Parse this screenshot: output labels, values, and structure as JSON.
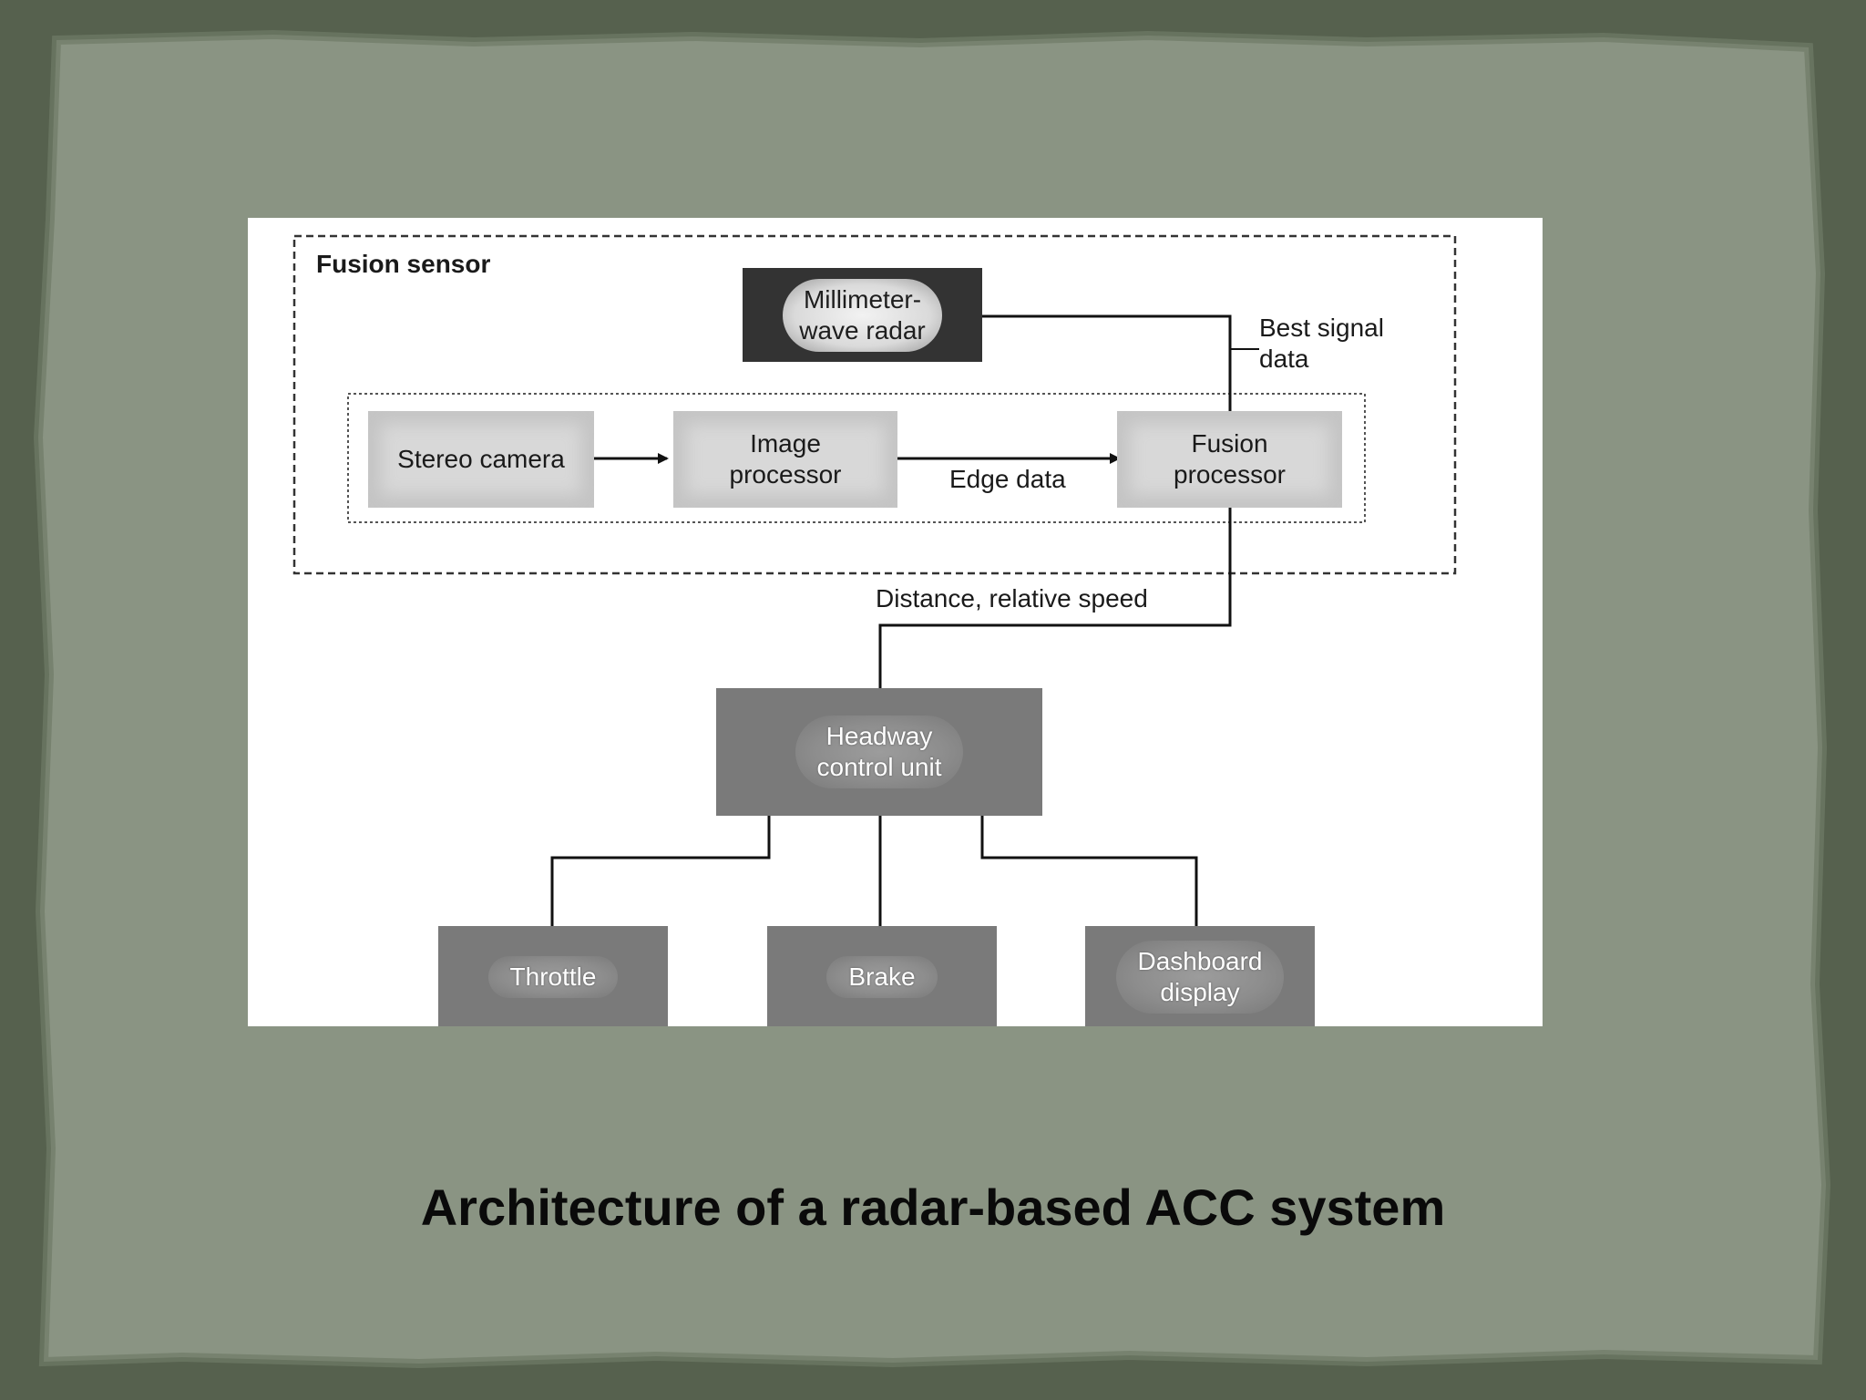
{
  "colors": {
    "outer_background": "#5f6b57",
    "paper": "#8a9483",
    "diagram_background": "#ffffff",
    "dark_box": "#333333",
    "grey_box": "#7a7a7a",
    "light_box": "#d8d8d8",
    "line": "#111111"
  },
  "diagram": {
    "fusion_sensor_label": "Fusion sensor",
    "nodes": {
      "radar": "Millimeter-\nwave radar",
      "stereo_camera": "Stereo camera",
      "image_processor": "Image\nprocessor",
      "fusion_processor": "Fusion\nprocessor",
      "headway_control_unit": "Headway\ncontrol unit",
      "throttle": "Throttle",
      "brake": "Brake",
      "dashboard_display": "Dashboard\ndisplay"
    },
    "edge_labels": {
      "best_signal_data": "Best signal\ndata",
      "edge_data": "Edge data",
      "distance_relative_speed": "Distance, relative speed"
    },
    "edges": [
      {
        "from": "radar",
        "to": "fusion_processor",
        "label": "best_signal_data"
      },
      {
        "from": "stereo_camera",
        "to": "image_processor"
      },
      {
        "from": "image_processor",
        "to": "fusion_processor",
        "label": "edge_data"
      },
      {
        "from": "fusion_processor",
        "to": "headway_control_unit",
        "label": "distance_relative_speed"
      },
      {
        "from": "headway_control_unit",
        "to": "throttle"
      },
      {
        "from": "headway_control_unit",
        "to": "brake"
      },
      {
        "from": "headway_control_unit",
        "to": "dashboard_display"
      }
    ]
  },
  "caption": "Architecture of a radar-based ACC system"
}
